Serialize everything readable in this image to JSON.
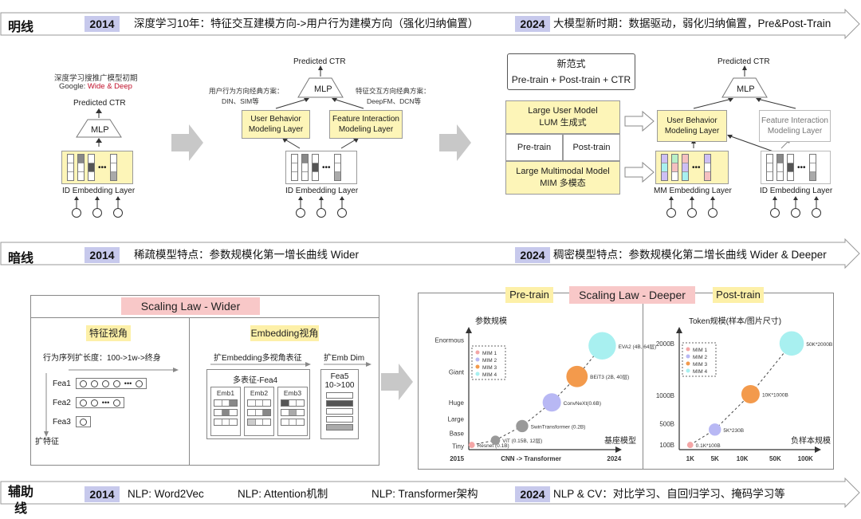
{
  "lines": {
    "bright": {
      "label": "明线",
      "left_year": "2014",
      "left_text": "深度学习10年：特征交互建模方向->用户行为建模方向（强化归纳偏置）",
      "right_year": "2024",
      "right_text": "大模型新时期：数据驱动，弱化归纳偏置，Pre&Post-Train"
    },
    "dark": {
      "label": "暗线",
      "left_year": "2014",
      "left_text": "稀疏模型特点：参数规模化第一增长曲线 Wider",
      "right_year": "2024",
      "right_text": "稠密模型特点：参数规模化第二增长曲线 Wider & Deeper"
    },
    "aux": {
      "label_line1": "辅助",
      "label_line2": "线",
      "year1": "2014",
      "items": [
        "NLP: Word2Vec",
        "NLP: Attention机制",
        "NLP: Transformer架构"
      ],
      "year2": "2024",
      "last_text": "NLP & CV：对比学习、自回归学习、掩码学习等"
    }
  },
  "diagram1": {
    "note_line1": "深度学习搜推广模型初期",
    "note_google": "Google: ",
    "note_wide_deep": "Wide & Deep",
    "predicted_ctr": "Predicted CTR",
    "mlp": "MLP",
    "emb_layer": "ID Embedding Layer",
    "emb_dots": "•••"
  },
  "diagram2": {
    "predicted_ctr": "Predicted CTR",
    "mlp": "MLP",
    "left_note_line1": "用户行为方向经典方案：",
    "left_note_line2": "DIN、SIM等",
    "right_note_line1": "特征交互方向经典方案：",
    "right_note_line2": "DeepFM、DCN等",
    "ub_layer_line1": "User Behavior",
    "ub_layer_line2": "Modeling Layer",
    "fi_layer_line1": "Feature Interaction",
    "fi_layer_line2": "Modeling Layer",
    "emb_layer": "ID Embedding Layer",
    "emb_dots": "•••"
  },
  "diagram3": {
    "paradigm_title": "新范式",
    "paradigm_formula": "Pre-train + Post-train + CTR",
    "lum_line1": "Large User Model",
    "lum_line2": "LUM 生成式",
    "pretrain": "Pre-train",
    "posttrain": "Post-train",
    "mim_line1": "Large Multimodal Model",
    "mim_line2": "MIM 多模态",
    "predicted_ctr": "Predicted CTR",
    "mlp": "MLP",
    "ub_layer_line1": "User Behavior",
    "ub_layer_line2": "Modeling Layer",
    "fi_layer_line1": "Feature Interaction",
    "fi_layer_line2": "Modeling Layer",
    "mm_emb_layer": "MM Embedding Layer",
    "id_emb_layer": "ID Embedding Layer",
    "emb_dots": "•••"
  },
  "wider_panel": {
    "banner": "Scaling Law - Wider",
    "feature_title": "特征视角",
    "embedding_title": "Embedding视角",
    "seq_note": "行为序列扩长度：100->1w->终身",
    "fea1": "Fea1",
    "fea2": "Fea2",
    "fea3": "Fea3",
    "expand_feature": "扩特征",
    "fea_dots": "•••",
    "multi_view_note": "扩Embedding多视角表征",
    "multi_feature_title": "多表征-Fea4",
    "emb1": "Emb1",
    "emb2": "Emb2",
    "emb3": "Emb3",
    "dim_note": "扩Emb Dim",
    "fea5": "Fea5",
    "fea5_dim": "10->100"
  },
  "deeper_panel": {
    "banner": "Scaling Law - Deeper",
    "pretrain_tag": "Pre-train",
    "posttrain_tag": "Post-train"
  },
  "chart_data": [
    {
      "type": "scatter",
      "title": "",
      "ylabel": "参数规模",
      "xlabel": "基座模型",
      "x_axis_note": "CNN -> Transformer",
      "x_ticks": [
        "2015",
        "2024"
      ],
      "y_ticks": [
        "Enormous",
        "Giant",
        "Huge",
        "Large",
        "Base",
        "Tiny"
      ],
      "legend": [
        "MIM 1",
        "MIM 2",
        "MIM 3",
        "MIM 4"
      ],
      "points": [
        {
          "label": "Resnet (0.1B)",
          "x": 0.02,
          "y": 0.04,
          "size": 1,
          "color": "#f4a6a6"
        },
        {
          "label": "ViT (0.15B, 12层)",
          "x": 0.18,
          "y": 0.08,
          "size": 2,
          "color": "#999999"
        },
        {
          "label": "SwinTransformer (0.2B)",
          "x": 0.36,
          "y": 0.2,
          "size": 3,
          "color": "#999999"
        },
        {
          "label": "ConvNeXt(0.6B)",
          "x": 0.56,
          "y": 0.4,
          "size": 5,
          "color": "#b8b8f4"
        },
        {
          "label": "BEiT3 (2B, 40层)",
          "x": 0.73,
          "y": 0.62,
          "size": 6,
          "color": "#f39a4c"
        },
        {
          "label": "EVA2 (4B, 64层)",
          "x": 0.9,
          "y": 0.88,
          "size": 8,
          "color": "#a8f0f0"
        }
      ]
    },
    {
      "type": "scatter",
      "title": "",
      "ylabel": "Token规模(样本/图片尺寸)",
      "xlabel": "负样本规模",
      "x_ticks": [
        "1K",
        "5K",
        "10K",
        "50K",
        "100K"
      ],
      "y_ticks": [
        "2000B",
        "1000B",
        "500B",
        "100B"
      ],
      "legend": [
        "MIM 1",
        "MIM 2",
        "MIM 3",
        "MIM 4"
      ],
      "points": [
        {
          "label": "0.1K*100B",
          "x": 0.08,
          "y": 0.04,
          "size": 1,
          "color": "#f4a6a6"
        },
        {
          "label": "5K*230B",
          "x": 0.26,
          "y": 0.17,
          "size": 3,
          "color": "#b8b8f4"
        },
        {
          "label": "10K*1000B",
          "x": 0.52,
          "y": 0.47,
          "size": 5,
          "color": "#f39a4c"
        },
        {
          "label": "50K*2000B",
          "x": 0.82,
          "y": 0.9,
          "size": 7,
          "color": "#a8f0f0"
        }
      ]
    }
  ]
}
